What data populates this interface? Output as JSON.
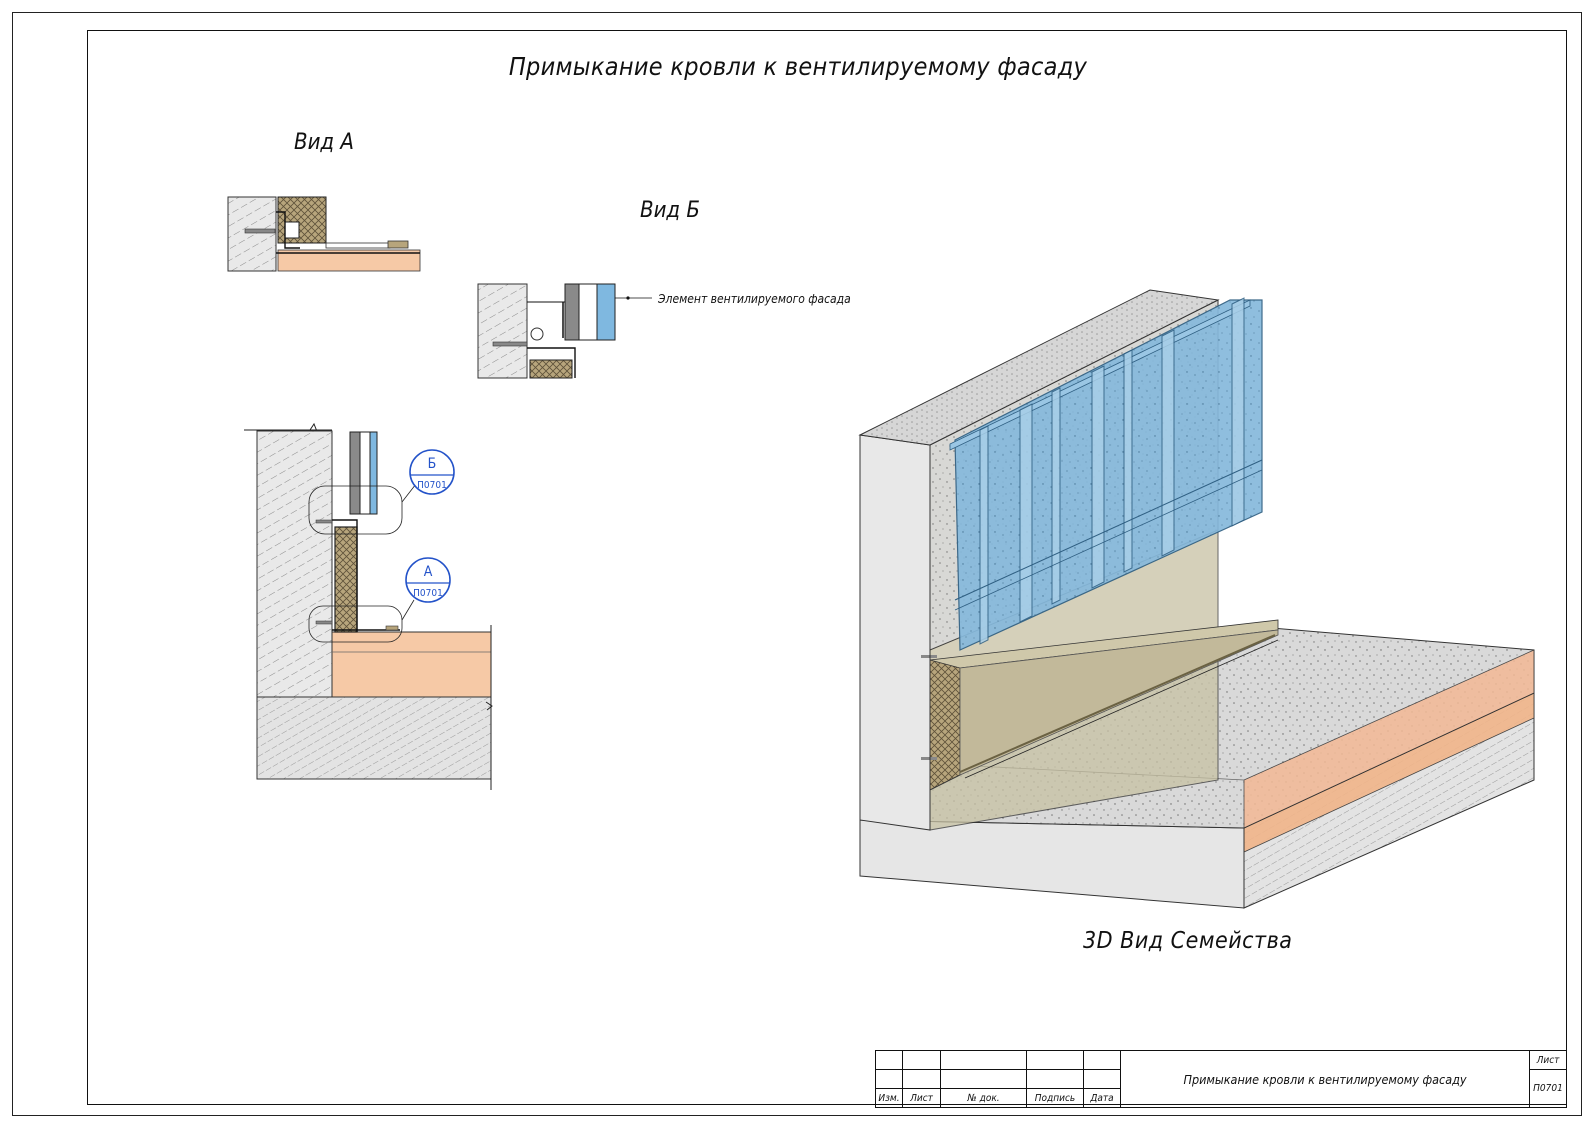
{
  "sheet": {
    "title": "Примыкание кровли к вентилируемому фасаду",
    "views": {
      "view_a": "Вид А",
      "view_b": "Вид Б",
      "view_3d": "3D Вид Семейства"
    },
    "callouts": {
      "facade_element": "Элемент вентилируемого фасада"
    },
    "markers": [
      {
        "letter": "Б",
        "sheet": "П0701"
      },
      {
        "letter": "А",
        "sheet": "П0701"
      }
    ]
  },
  "stamp": {
    "izm": "Изм.",
    "list": "Лист",
    "doc_no": "№ док.",
    "signature": "Подпись",
    "date": "Дата",
    "title": "Примыкание кровли к вентилируемому фасаду",
    "sheet_label": "Лист",
    "sheet_number": "П0701"
  },
  "colors": {
    "insulation": "#f6c9a6",
    "concrete_hatch": "#9a9a9a",
    "glass_panel": "#7fb8e0",
    "mineral_wool": "#bda97c",
    "marker_blue": "#2453c9"
  }
}
